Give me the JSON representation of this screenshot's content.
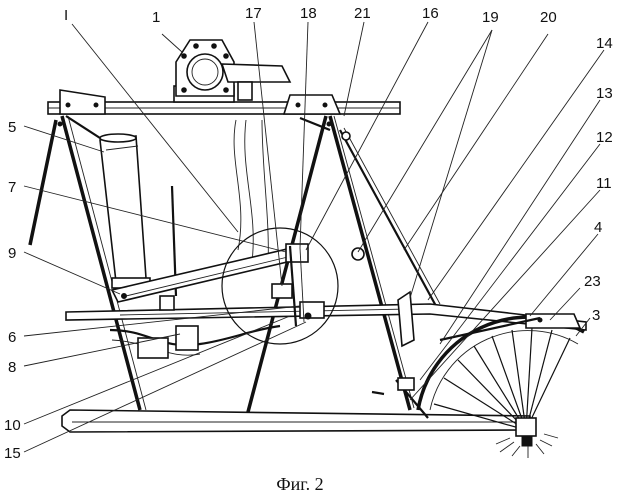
{
  "figure": {
    "caption": "Фиг. 2",
    "labels": {
      "I": "I",
      "n1": "1",
      "n3": "3",
      "n4": "4",
      "n5": "5",
      "n6": "6",
      "n7": "7",
      "n8": "8",
      "n9": "9",
      "n10": "10",
      "n11": "11",
      "n12": "12",
      "n13": "13",
      "n14": "14",
      "n15": "15",
      "n16": "16",
      "n17": "17",
      "n18": "18",
      "n19": "19",
      "n20": "20",
      "n21": "21",
      "n23": "23"
    }
  }
}
